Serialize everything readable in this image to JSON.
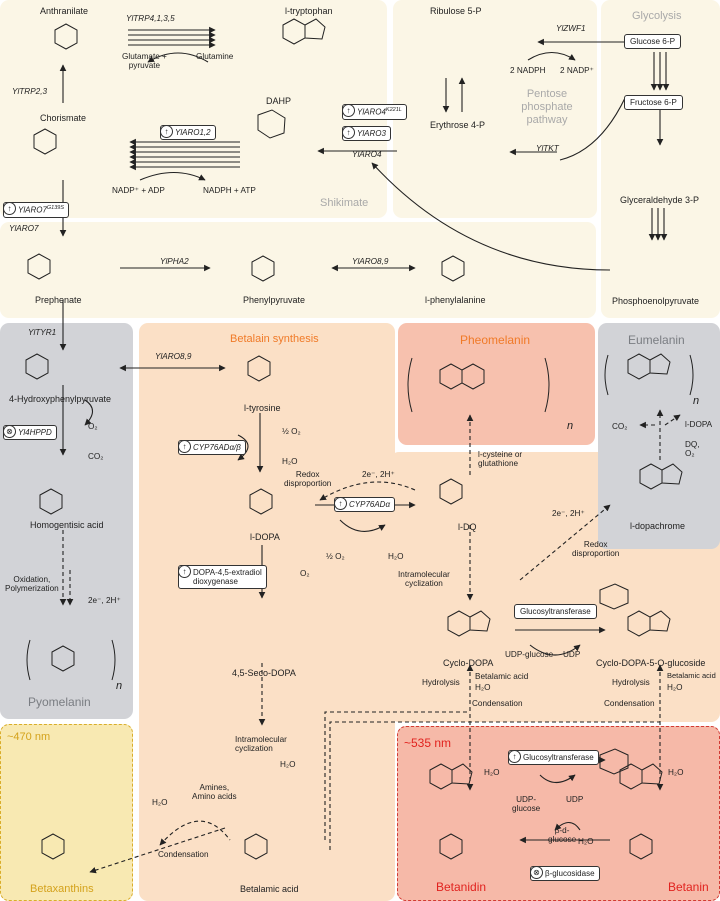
{
  "colors": {
    "shikimate_bg": "#fbf6e6",
    "grey_bg": "#d2d3d7",
    "betalain_bg": "#fbe0c6",
    "pheomelanin_bg": "#f7c1ae",
    "betanin_bg": "#f6b9a8",
    "betaxanthin_bg": "#f8e9b2",
    "orange_text": "#f07a28",
    "red_text": "#e1231f",
    "grey_text": "#7a7d82",
    "gold_text": "#d4a21c"
  },
  "panels": {
    "shikimate": "Shikimate",
    "ppp": "Pentose phosphate pathway",
    "glycolysis": "Glycolysis",
    "betalain": "Betalain synthesis",
    "pheomelanin": "Pheomelanin",
    "eumelanin": "Eumelanin",
    "pyomelanin": "Pyomelanin",
    "betaxanthins": "Betaxanthins",
    "betanidin": "Betanidin",
    "betanin": "Betanin",
    "nm470": "~470 nm",
    "nm535": "~535 nm"
  },
  "compounds": {
    "anthranilate": "Anthranilate",
    "tryptophan": "l-tryptophan",
    "ribulose": "Ribulose 5-P",
    "glucose6p": "Glucose 6-P",
    "fructose6p": "Fructose 6-P",
    "chorismate": "Chorismate",
    "dahp": "DAHP",
    "erythrose": "Erythrose 4-P",
    "gap": "Glyceraldehyde 3-P",
    "prephenate": "Prephenate",
    "phenylpyruvate": "Phenylpyruvate",
    "phenylalanine": "l-phenylalanine",
    "pep": "Phosphoenolpyruvate",
    "hpp": "4-Hydroxyphenylpyruvate",
    "homogentisic": "Homogentisic acid",
    "tyrosine": "l-tyrosine",
    "ldopa": "l-DOPA",
    "seco": "4,5-Seco-DOPA",
    "betalamic": "Betalamic acid",
    "ldq": "l-DQ",
    "cyclodopa": "Cyclo-DOPA",
    "cyclodopa_glc": "Cyclo-DOPA-5-O-glucoside",
    "dopachrome": "l-dopachrome",
    "amines": "Amines,\nAmino acids"
  },
  "enzymes": {
    "trp2_3": "YlTRP2,3",
    "trp4": "YlTRP4,1,3,5",
    "zwf1": "YlZWF1",
    "aro1_2": "YlARO1,2",
    "aro4k": "YlARO4",
    "aro4k_sup": "K221L",
    "aro3": "YlARO3",
    "aro4": "YlARO4",
    "aro7g": "YlARO7",
    "aro7g_sup": "G139S",
    "aro7": "YlARO7",
    "tkt": "YlTKT",
    "pha2": "YlPHA2",
    "aro8_9": "YlARO8,9",
    "aro8_9b": "YlARO8,9",
    "tyr1": "YlTYR1",
    "hppd": "Yl4HPPD",
    "cyp_ab": "CYP76ADα/β",
    "cyp_a": "CYP76ADα",
    "dopa_diox": "DOPA-4,5-extradiol\ndioxygenase",
    "glucosyltransferase": "Glucosyltransferase",
    "glucosyltransferase2": "Glucosyltransferase",
    "bglucosidase": "β-glucosidase"
  },
  "labels": {
    "glutamate_pyruvate": "Glutamate +\npyruvate",
    "glutamine": "Glutamine",
    "nadph2a": "2 NADPH",
    "nadp2": "2 NADP⁺",
    "nadp_adp": "NADP⁺ + ADP",
    "nadph_atp": "NADPH + ATP",
    "o2_a": "O₂",
    "co2_a": "CO₂",
    "half_o2_a": "½ O₂",
    "h2o_a": "H₂O",
    "redox1": "Redox\ndisproportion",
    "two_e_a": "2e⁻, 2H⁺",
    "half_o2_b": "½ O₂",
    "h2o_b": "H₂O",
    "o2_b": "O₂",
    "cysteine": "l-cysteine or\nglutathione",
    "intramol1": "Intramolecular\ncyclization",
    "two_e_b": "2e⁻, 2H⁺",
    "redox2": "Redox\ndisproportion",
    "oxid": "Oxidation,\nPolymerization",
    "two_e_c": "2e⁻, 2H⁺",
    "udpglc_a": "UDP-glucose",
    "udp_a": "UDP",
    "hydrolysis_a": "Hydrolysis",
    "betalamic_a": "Betalamic acid",
    "h2o_c": "H₂O",
    "condensation_a": "Condensation",
    "hydrolysis_b": "Hydrolysis",
    "betalamic_b": "Betalamic acid",
    "h2o_d": "H₂O",
    "condensation_b": "Condensation",
    "intramol2": "Intramolecular\ncyclization",
    "h2o_e": "H₂O",
    "h2o_f": "H₂O",
    "condensation_c": "Condensation",
    "co2_b": "CO₂",
    "ldopa_b": "l-DOPA",
    "dq_o2": "DQ,\nO₂",
    "h2o_g": "H₂O",
    "h2o_h": "H₂O",
    "udpglc_b": "UDP-\nglucose",
    "udp_b": "UDP",
    "bd_glucose": "β-d-\nglucose",
    "h2o_i": "H₂O",
    "n_a": "n",
    "n_b": "n",
    "n_c": "n"
  }
}
